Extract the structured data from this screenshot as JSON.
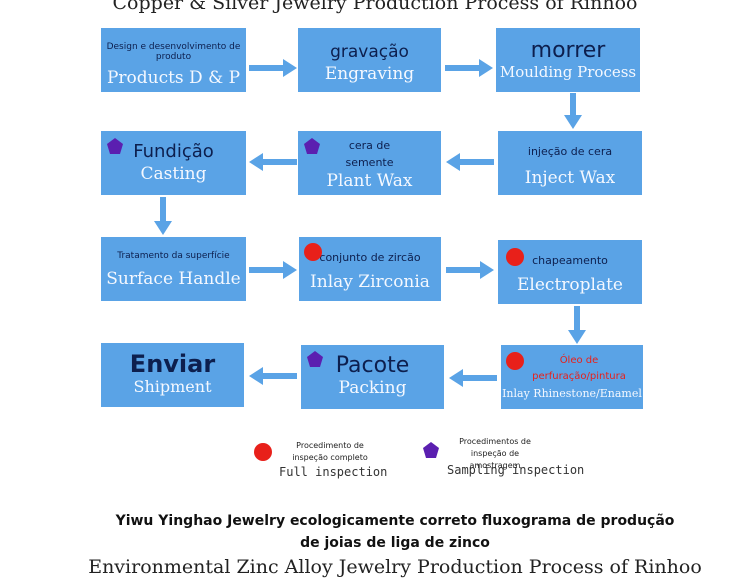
{
  "header": {
    "title": "Copper & Silver Jewelry Production Process of Rinhoo"
  },
  "steps": [
    {
      "pt": "Design e desenvolvimento de produto",
      "en": "Products D & P"
    },
    {
      "pt": "gravação",
      "en": "Engraving"
    },
    {
      "pt": "morrer",
      "en": "Moulding Process"
    },
    {
      "pt": "injeção de cera",
      "en": "Inject Wax"
    },
    {
      "pt": "cera de semente",
      "en": "Plant Wax"
    },
    {
      "pt": "Fundição",
      "en": "Casting"
    },
    {
      "pt": "Tratamento da superfície",
      "en": "Surface Handle"
    },
    {
      "pt": "conjunto de zircão",
      "en": "Inlay Zirconia"
    },
    {
      "pt": "chapeamento",
      "en": "Electroplate"
    },
    {
      "pt": "Óleo de perfuração/pintura",
      "en": "Inlay Rhinestone/Enamel"
    },
    {
      "pt": "Pacote",
      "en": "Packing"
    },
    {
      "pt": "Enviar",
      "en": "Shipment"
    }
  ],
  "legend": {
    "full_pt": "Procedimento de inspeção completo",
    "full_en": "Full inspection",
    "sampling_pt": "Procedimentos de inspeção de amostragem",
    "sampling_en": "Sampling inspection",
    "full_color": "#e8201a",
    "sampling_color": "#5b1fb0"
  },
  "footer": {
    "pt": "Yiwu Yinghao Jewelry ecologicamente correto fluxograma de produção de joias de liga de zinco",
    "en": "Environmental Zinc Alloy Jewelry Production Process of Rinhoo"
  },
  "colors": {
    "box": "#5aa3e6",
    "arrow": "#5aa3e6"
  }
}
